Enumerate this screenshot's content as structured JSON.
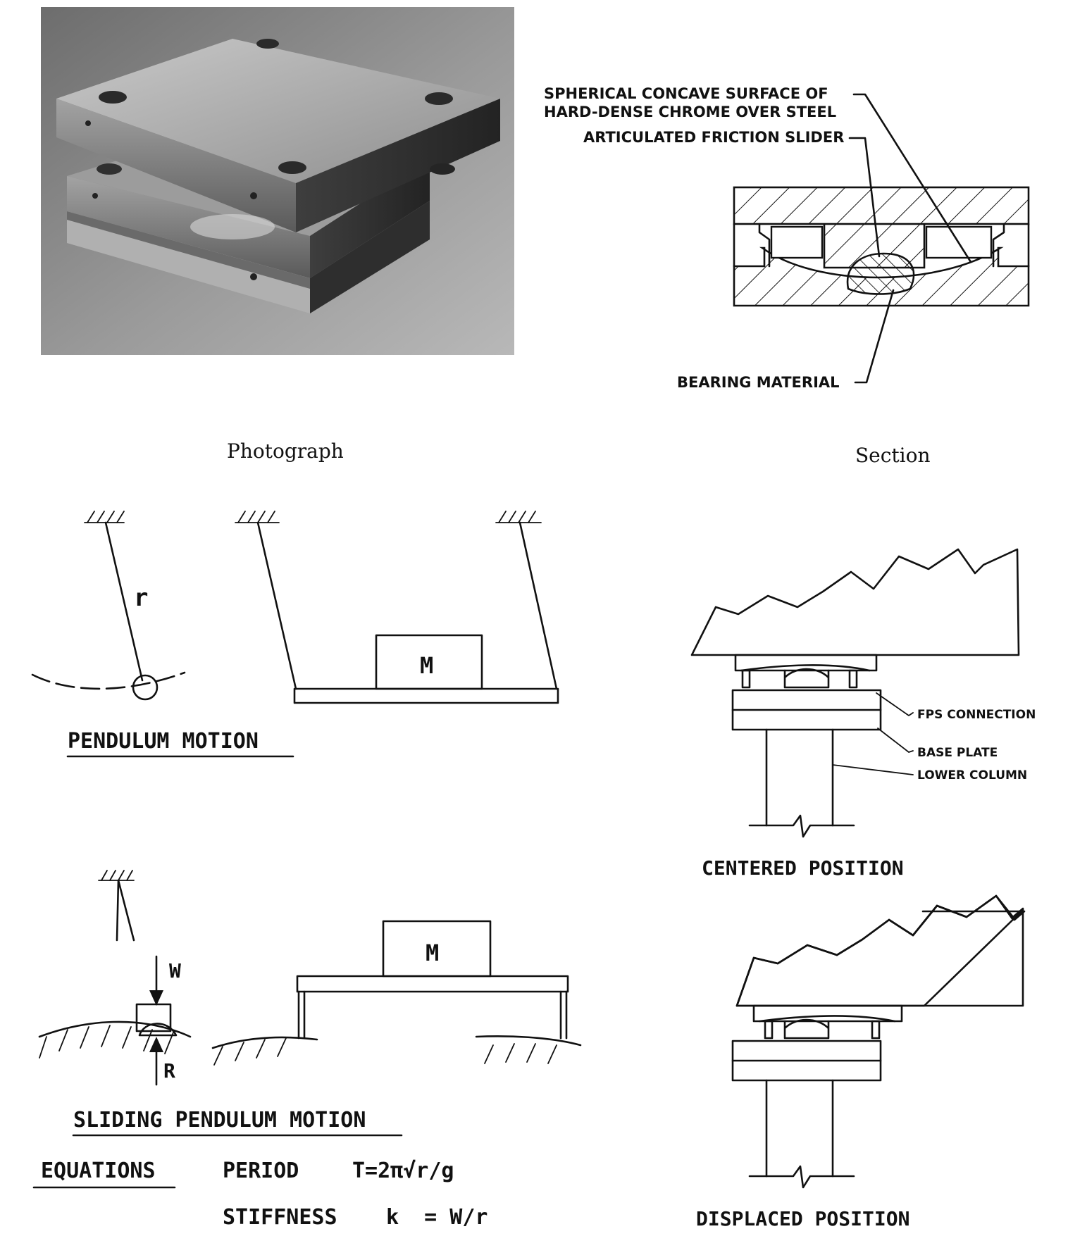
{
  "captions": {
    "photograph": "Photograph",
    "section": "Section"
  },
  "section_callouts": {
    "surface_line1": "SPHERICAL CONCAVE SURFACE OF",
    "surface_line2": "HARD-DENSE CHROME OVER STEEL",
    "slider": "ARTICULATED FRICTION SLIDER",
    "bearing": "BEARING MATERIAL"
  },
  "pendulum": {
    "radius_label": "r",
    "mass_label": "M",
    "title": "PENDULUM MOTION"
  },
  "sliding_pendulum": {
    "weight_label": "W",
    "reaction_label": "R",
    "mass_label": "M",
    "title": "SLIDING PENDULUM MOTION"
  },
  "equations": {
    "heading": "EQUATIONS",
    "period_label": "PERIOD",
    "period_formula": "T=2π√r/g",
    "stiffness_label": "STIFFNESS",
    "stiffness_formula": "k  = W/r"
  },
  "column_detail": {
    "fps_connection": "FPS CONNECTION",
    "base_plate": "BASE PLATE",
    "lower_column": "LOWER COLUMN",
    "centered_title": "CENTERED POSITION",
    "displaced_title": "DISPLACED POSITION"
  }
}
